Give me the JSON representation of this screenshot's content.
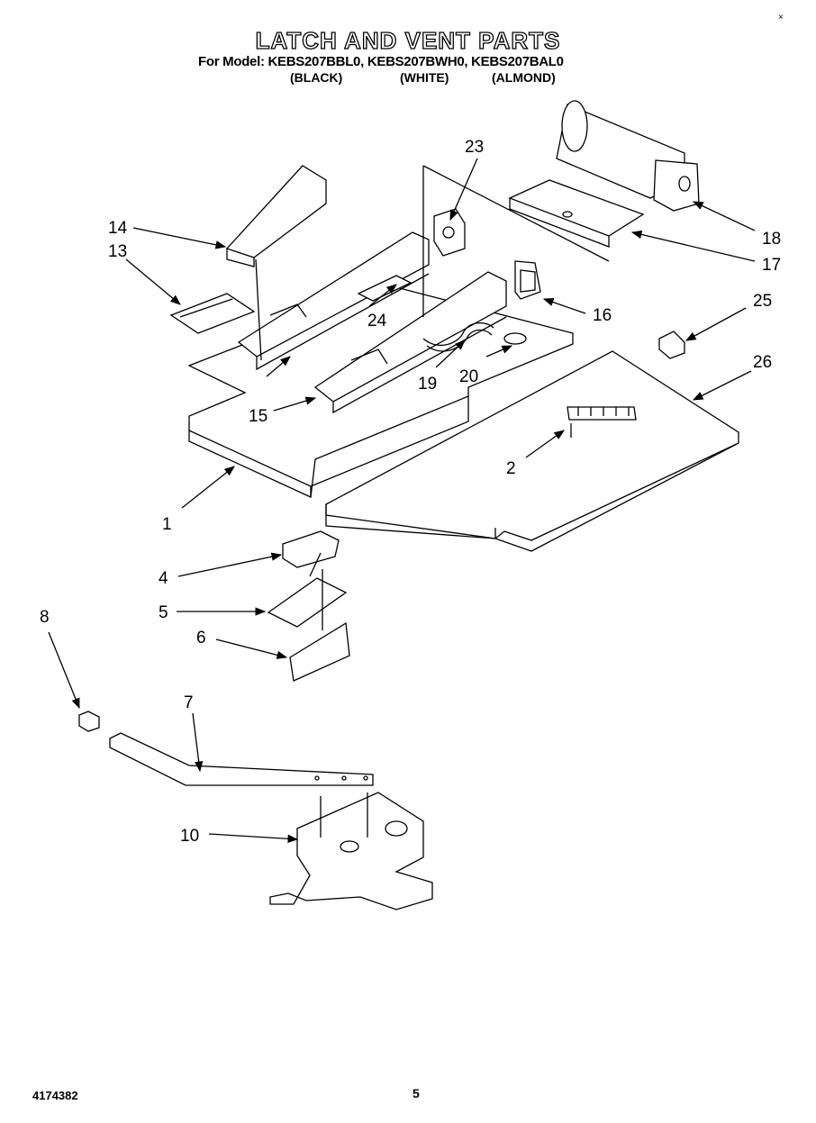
{
  "header": {
    "title": "LATCH AND VENT PARTS",
    "models_line": "For Model: KEBS207BBL0, KEBS207BWH0, KEBS207BAL0",
    "color_black": "(BLACK)",
    "color_white": "(WHITE)",
    "color_almond": "(ALMOND)"
  },
  "footer": {
    "doc_number": "4174382",
    "page_number": "5"
  },
  "corner_mark": "×",
  "callouts": {
    "c1": "1",
    "c2": "2",
    "c4": "4",
    "c5": "5",
    "c6": "6",
    "c7": "7",
    "c8": "8",
    "c10": "10",
    "c13": "13",
    "c14": "14",
    "c15": "15",
    "c16": "16",
    "c17": "17",
    "c18": "18",
    "c19": "19",
    "c20": "20",
    "c23": "23",
    "c24": "24",
    "c25": "25",
    "c26": "26"
  }
}
